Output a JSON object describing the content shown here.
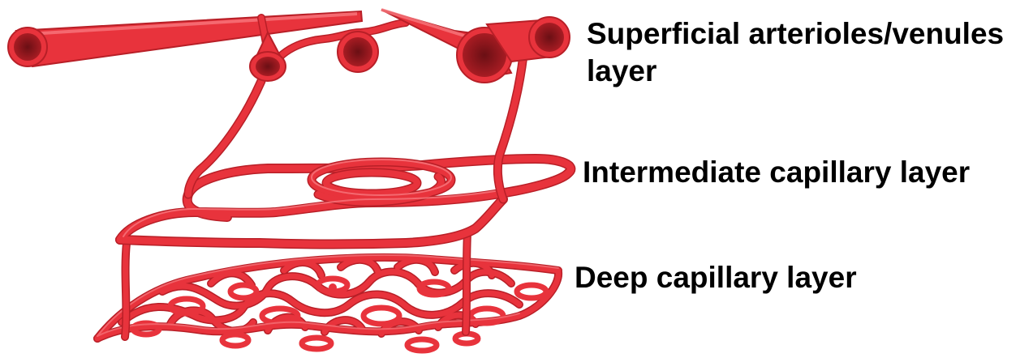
{
  "labels": {
    "superficial_line1": "Superficial arterioles/venules",
    "superficial_line2": "layer",
    "intermediate": "Intermediate capillary layer",
    "deep": "Deep capillary layer"
  },
  "colors": {
    "vessel": "#e8333c",
    "vessel_dark": "#b81f27",
    "vessel_highlight": "#f7777d",
    "lumen": "#7e151b",
    "text": "#000000"
  }
}
